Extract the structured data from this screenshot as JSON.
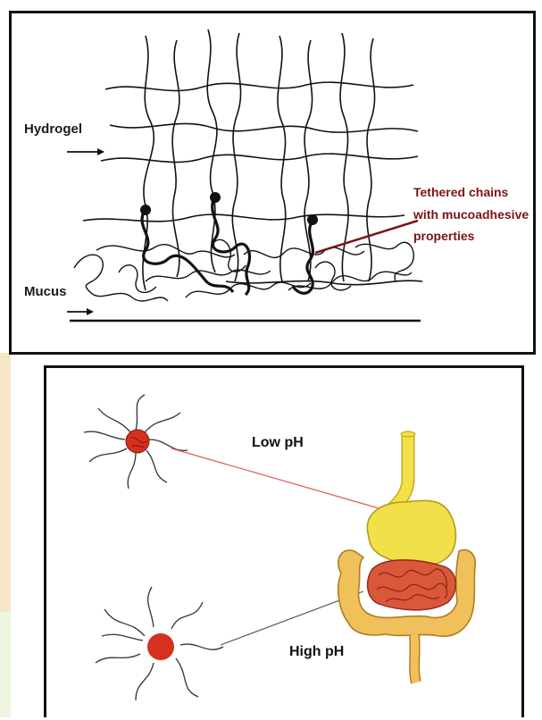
{
  "top_panel": {
    "label_hydrogel": "Hydrogel",
    "label_mucus": "Mucus",
    "label_tethered": [
      "Tethered chains",
      "with mucoadhesive",
      "properties"
    ]
  },
  "bottom_panel": {
    "label_low_ph": "Low pH",
    "label_high_ph": "High pH"
  },
  "colors": {
    "line": "#111111",
    "tether_arrow": "#7a1414",
    "pointer_low": "#e06060",
    "stomach": "#f1e04a",
    "intestine_outer": "#f0c05a",
    "intestine_inner": "#d9573a",
    "particle": "#d6301e",
    "left_strip_tan": "#f6e7c8",
    "left_strip_green": "#eef5e0"
  }
}
